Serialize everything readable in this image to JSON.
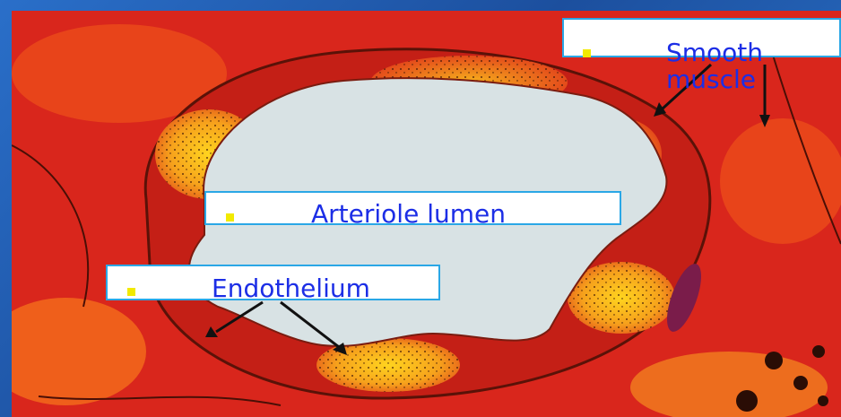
{
  "labels": {
    "smooth_muscle_line1": "Smooth",
    "smooth_muscle_line2": "muscle",
    "lumen": "Arteriole lumen",
    "endothelium": "Endothelium"
  },
  "colors": {
    "frame_blue": "#1c4f9e",
    "label_text": "#1c2ee6",
    "bullet": "#f2ea00",
    "box_border": "#2aa7e6",
    "tissue_red": "#d9261c",
    "tissue_orange": "#f26a1b",
    "tissue_yellow": "#f7b21c",
    "lumen_fill": "#d8e2e4"
  }
}
